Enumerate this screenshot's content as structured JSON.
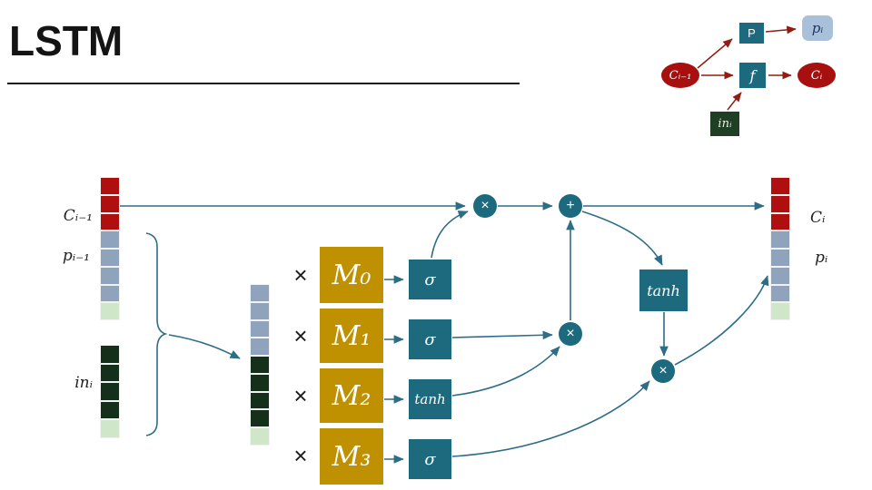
{
  "title": "LSTM",
  "mini": {
    "p": "P",
    "p_i": "pᵢ",
    "c_prev": "Cᵢ₋₁",
    "f": "f",
    "c_next": "Cᵢ",
    "in": "inᵢ"
  },
  "labels": {
    "c_prev": "Cᵢ₋₁",
    "p_prev": "pᵢ₋₁",
    "in": "inᵢ",
    "c_next": "Cᵢ",
    "p_next": "pᵢ"
  },
  "weights": {
    "m0": "M₀",
    "m1": "M₁",
    "m2": "M₂",
    "m3": "M₃"
  },
  "activations": {
    "a0": "σ",
    "a1": "σ",
    "a2": "tanh",
    "a3": "σ",
    "tanh": "tanh"
  },
  "ops": {
    "times": "×",
    "mul": "×",
    "add": "+"
  },
  "colors": {
    "gold": "#bf9000",
    "teal": "#1d6a7e",
    "arrow": "#2e6d86",
    "mini_arrow": "#8f1d12",
    "red_cell": "#b00f10",
    "gray_cell": "#8fa3bd",
    "light_green_cell": "#cfe6c8",
    "dark_green_cell": "#14301b",
    "mini_pi_fill": "#a9c0da"
  },
  "stacks": {
    "left_top": [
      {
        "color": "#b00f10",
        "count": 3
      },
      {
        "color": "#8fa3bd",
        "count": 4
      },
      {
        "color": "#cfe6c8",
        "count": 1
      }
    ],
    "left_bottom": [
      {
        "color": "#14301b",
        "count": 4
      },
      {
        "color": "#cfe6c8",
        "count": 1
      }
    ],
    "middle": [
      {
        "color": "#8fa3bd",
        "count": 4
      },
      {
        "color": "#14301b",
        "count": 4
      },
      {
        "color": "#cfe6c8",
        "count": 1
      }
    ],
    "right": [
      {
        "color": "#b00f10",
        "count": 3
      },
      {
        "color": "#8fa3bd",
        "count": 4
      },
      {
        "color": "#cfe6c8",
        "count": 1
      }
    ]
  }
}
